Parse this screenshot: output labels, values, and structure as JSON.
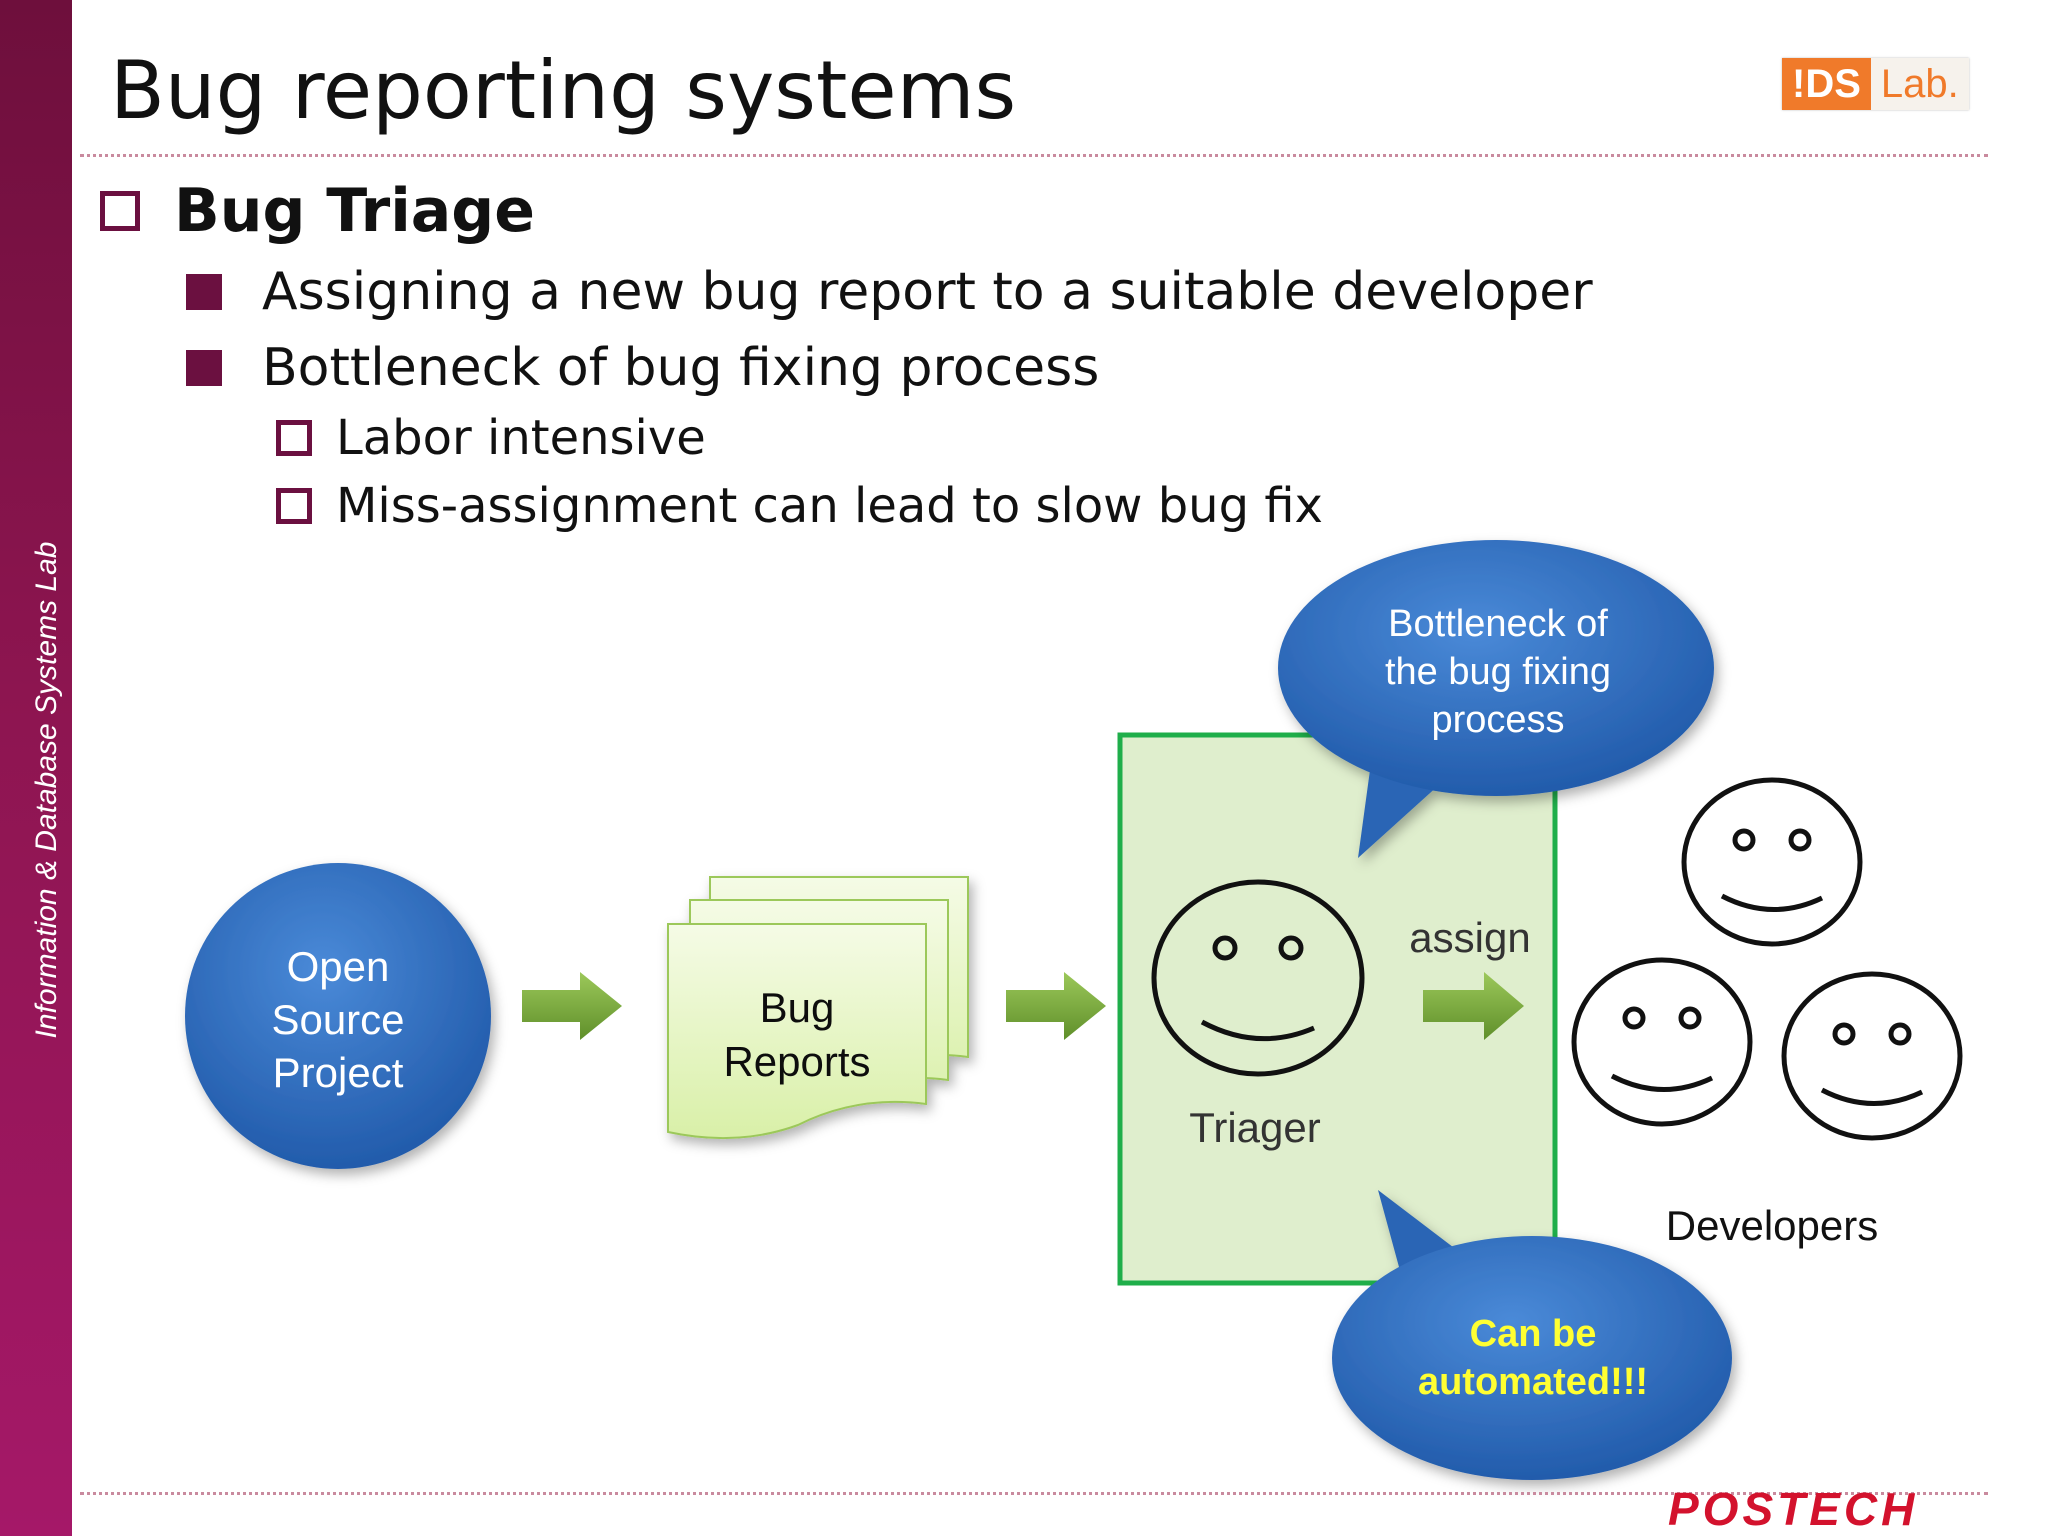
{
  "sidebar": {
    "text": "Information & Database Systems Lab"
  },
  "title": "Bug reporting systems",
  "logo": {
    "ids": "!DS",
    "lab": "Lab."
  },
  "bullets": {
    "level1": "Bug Triage",
    "level2": [
      "Assigning a new bug report to a suitable developer",
      "Bottleneck of bug fixing process"
    ],
    "level3": [
      "Labor intensive",
      "Miss-assignment can lead to slow bug fix"
    ]
  },
  "diagram": {
    "source": [
      "Open",
      "Source",
      "Project"
    ],
    "reports": [
      "Bug",
      "Reports"
    ],
    "triager": "Triager",
    "assign": "assign",
    "developers": "Developers",
    "callout_top": [
      "Bottleneck of",
      "the bug fixing",
      "process"
    ],
    "callout_bottom": [
      "Can be",
      "automated!!!"
    ]
  },
  "footer": {
    "brand": "POSTECH"
  },
  "colors": {
    "sidebar": "#8d1550",
    "bullet": "#6b1040",
    "bubble_blue": "#2f6fc0",
    "arrow_green": "#7aaa3a",
    "triager_box": "#dfeecd",
    "highlight_text": "#ffff33",
    "brand": "#d3122d"
  }
}
